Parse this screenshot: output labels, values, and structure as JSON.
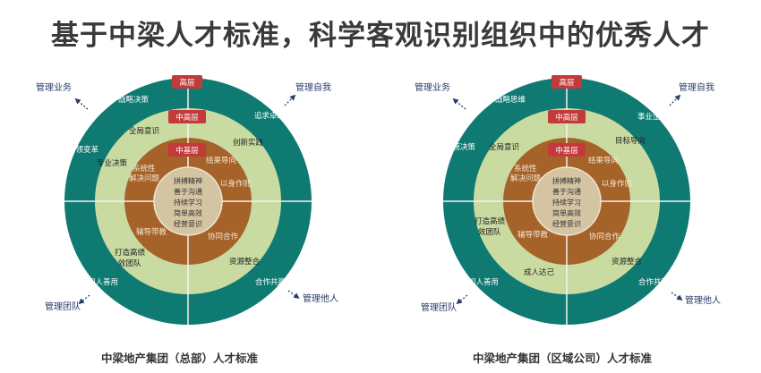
{
  "title": "基于中梁人才标准，科学客观识别组织中的优秀人才",
  "colors": {
    "outer_ring": "#0f7a72",
    "middle_ring": "#c9dba0",
    "inner_ring": "#a5632a",
    "core": "#d4c4a2",
    "badge": "#c23a3a",
    "quadrant_label": "#2a3d6b"
  },
  "levels": [
    "高层",
    "中高层",
    "中基层"
  ],
  "core_items": [
    "拼搏精神",
    "善于沟通",
    "持续学习",
    "简单高效",
    "经营意识"
  ],
  "left": {
    "caption": "中梁地产集团（总部）人才标准",
    "quadrants": {
      "top_left": "管理业务",
      "top_right": "管理自我",
      "bottom_left": "管理团队",
      "bottom_right": "管理他人"
    },
    "outer": {
      "tl_top": "战略决策",
      "tl_side": "引领变革",
      "tr": "追求卓越",
      "bl": "知人善用",
      "br": "合作共赢"
    },
    "middle": {
      "tl_top": "全局意识",
      "tl_side": "专业决策",
      "tr": "创新实践",
      "bl_1": "打造高绩",
      "bl_2": "效团队",
      "br": "资源整合"
    },
    "inner": {
      "tl_1": "系统性",
      "tl_2": "解决问题",
      "tr_1": "结果导向",
      "tr_2": "以身作则",
      "bl": "辅导带教",
      "br": "协同合作"
    }
  },
  "right": {
    "caption": "中梁地产集团（区域公司）人才标准",
    "quadrants": {
      "top_left": "管理业务",
      "top_right": "管理自我",
      "bottom_left": "管理团队",
      "bottom_right": "管理他人"
    },
    "outer": {
      "tl_top": "战略思维",
      "tl_side": "经营决策",
      "tr": "事业企图心",
      "bl": "知人善用",
      "br": "合作共赢"
    },
    "middle": {
      "tl_top": "全局意识",
      "tr": "目标导向",
      "bl_1": "打造高绩",
      "bl_2": "效团队",
      "bl_3": "成人达己",
      "br": "资源整合"
    },
    "inner": {
      "tl_1": "系统性",
      "tl_2": "解决问题",
      "tr_1": "结果导向",
      "tr_2": "以身作则",
      "bl": "辅导带教",
      "br": "协同合作"
    }
  }
}
